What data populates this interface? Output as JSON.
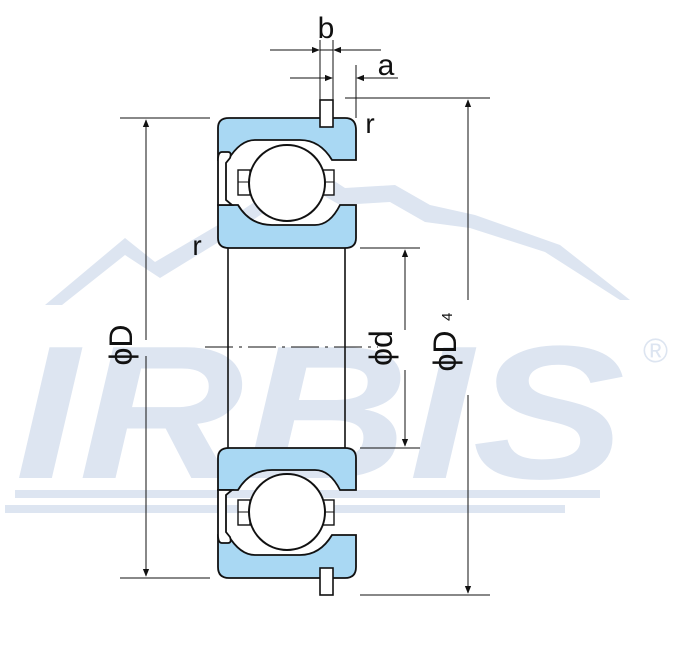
{
  "labels": {
    "b": "b",
    "a": "a",
    "r_top": "r",
    "r_left": "r",
    "D": "ϕD",
    "d": "ϕd",
    "D4": "ϕD",
    "D4_sub": "4"
  },
  "watermark": {
    "text": "IRBIS",
    "registered": "®"
  },
  "colors": {
    "ring_fill": "#a9d8f3",
    "ball_fill": "#ffffff",
    "line": "#111111",
    "watermark": "#dde5f1"
  }
}
